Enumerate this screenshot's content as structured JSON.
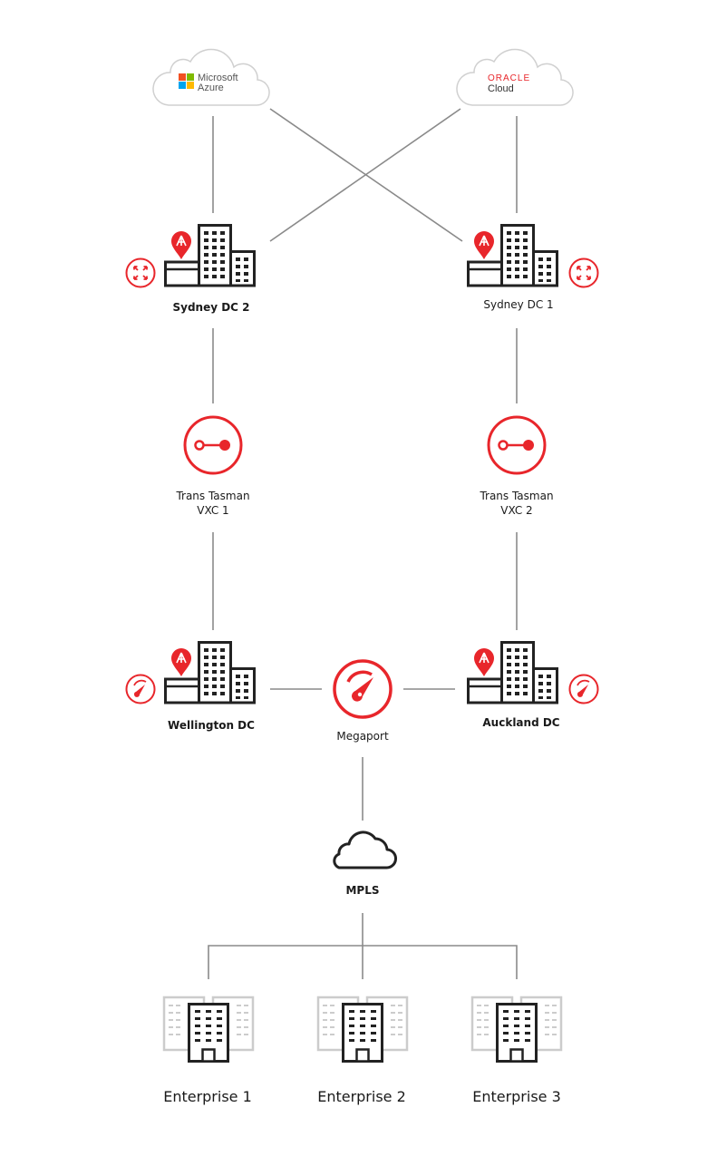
{
  "clouds": {
    "azure": {
      "line1": "Microsoft",
      "line2": "Azure"
    },
    "oracle": {
      "brand": "ORACLE",
      "line2": "Cloud"
    }
  },
  "nodes": {
    "sydney_dc2": "Sydney DC 2",
    "sydney_dc1": "Sydney DC 1",
    "vxc1": {
      "line1": "Trans Tasman",
      "line2": "VXC 1"
    },
    "vxc2": {
      "line1": "Trans Tasman",
      "line2": "VXC 2"
    },
    "wellington": "Wellington DC",
    "megaport": "Megaport",
    "auckland": "Auckland DC",
    "mpls": "MPLS"
  },
  "enterprises": [
    "Enterprise 1",
    "Enterprise 2",
    "Enterprise 3"
  ],
  "colors": {
    "accent": "#e8262b",
    "line": "#8a8a8a",
    "dark": "#222222",
    "faded": "#cccccc"
  }
}
